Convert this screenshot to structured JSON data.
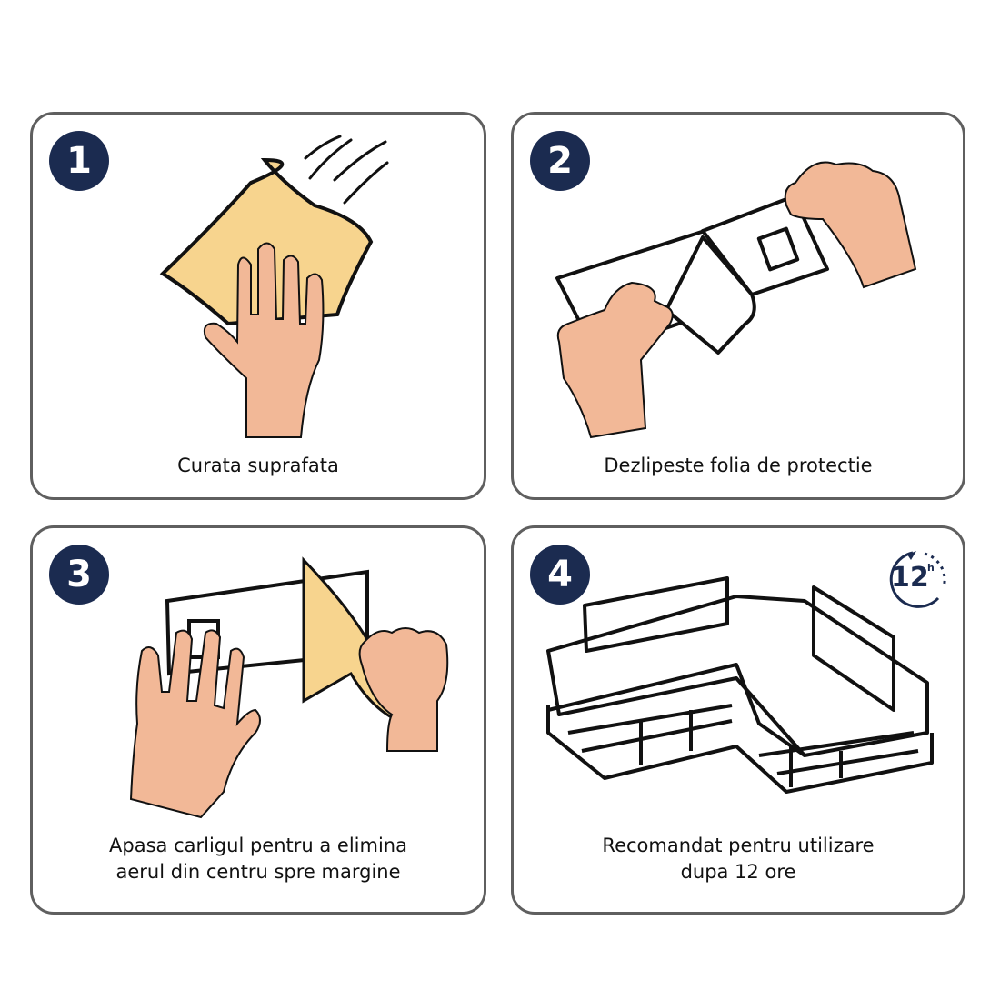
{
  "steps": [
    {
      "number": "1",
      "caption": "Curata suprafata",
      "icon": "hand-wiping-cloth-icon"
    },
    {
      "number": "2",
      "caption": "Dezlipeste folia de protectie",
      "icon": "hands-peeling-film-icon"
    },
    {
      "number": "3",
      "caption_line1": "Apasa carligul pentru a elimina",
      "caption_line2": "aerul din centru spre margine",
      "icon": "hands-pressing-hook-icon"
    },
    {
      "number": "4",
      "caption_line1": "Recomandat pentru utilizare",
      "caption_line2": "dupa 12 ore",
      "icon": "corner-shelf-icon",
      "timer": {
        "value": "12",
        "unit": "h"
      }
    }
  ],
  "colors": {
    "badge": "#1b2b50",
    "skin": "#f2b897",
    "cloth": "#f7d48e",
    "border": "#5f5f5f"
  }
}
